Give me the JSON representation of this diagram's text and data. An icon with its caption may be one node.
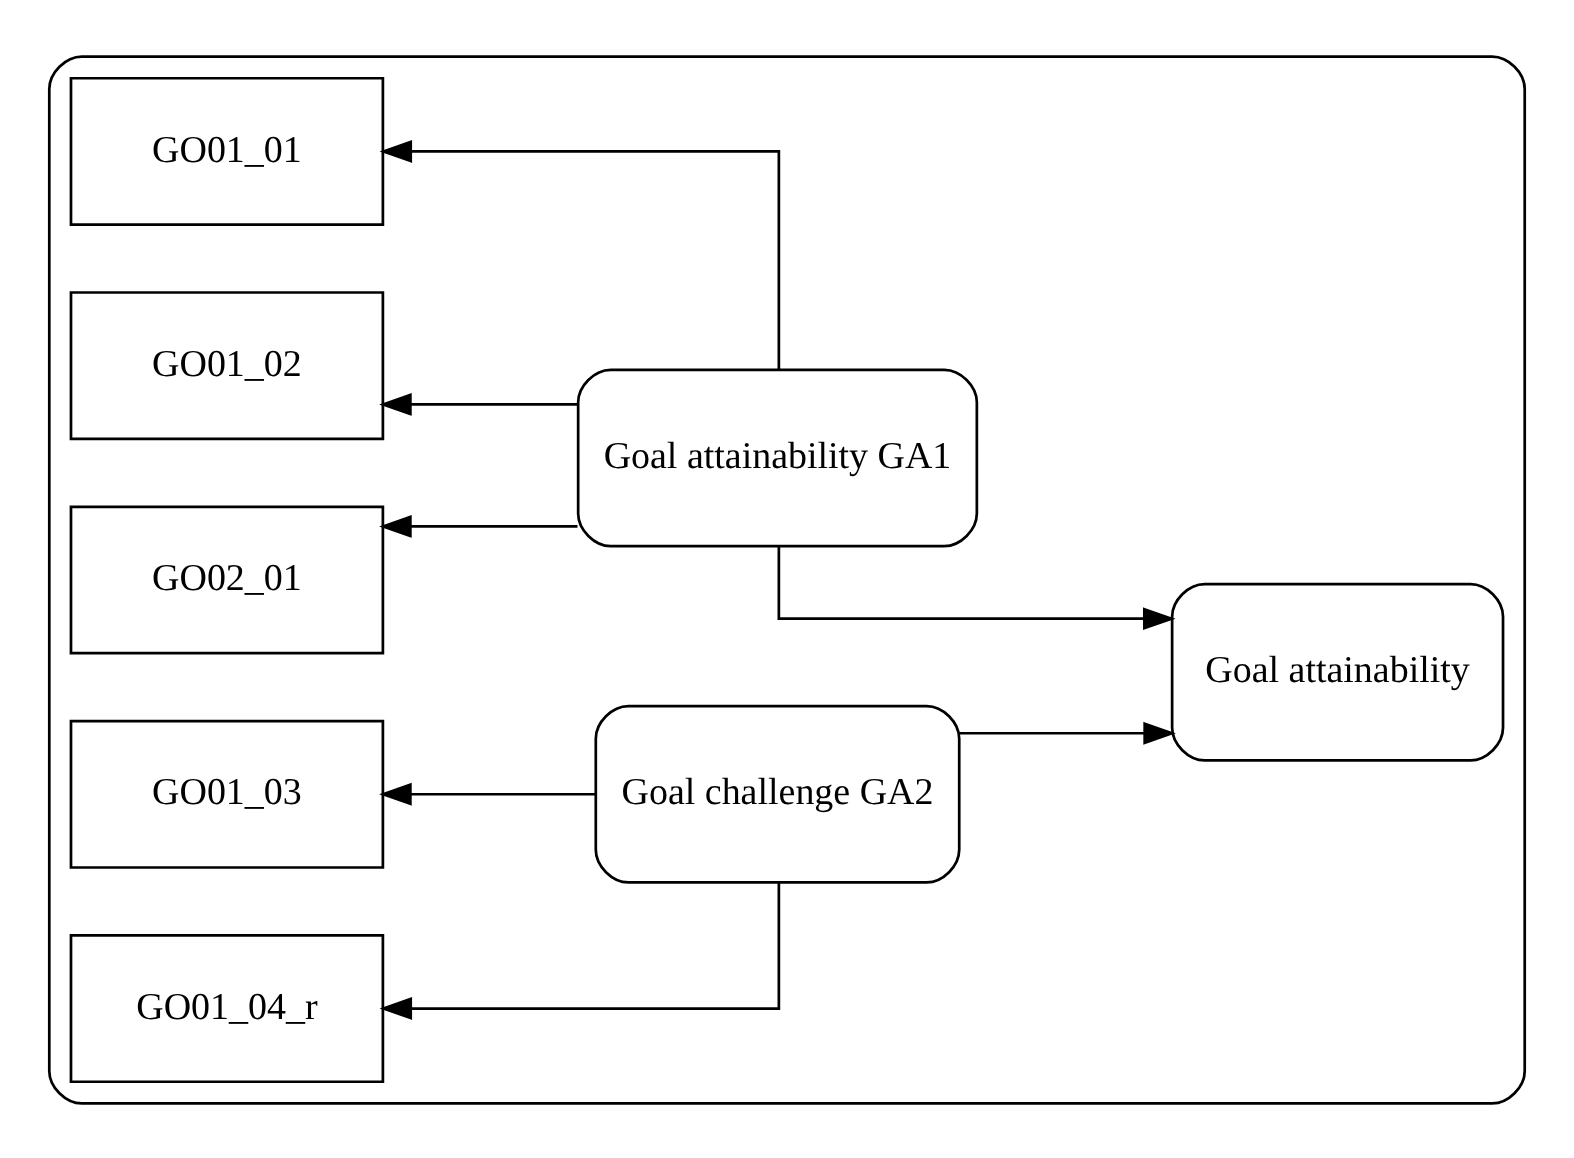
{
  "diagram": {
    "nodes": [
      {
        "text": [],
        "shape": "box"
      },
      {
        "text": [
          "GO01_01"
        ],
        "in": 0
      },
      {
        "text": [
          "GO01_02"
        ],
        "in": 0
      },
      {
        "text": [
          "GO02_01"
        ],
        "in": 0
      },
      {
        "text": [
          "GO01_03"
        ],
        "in": 0
      },
      {
        "text": [
          "GO01_04_r"
        ],
        "in": 0
      },
      {
        "text": [
          "Goal attainability GA1"
        ],
        "in": 0
      },
      {
        "text": [
          "Goal challenge GA2"
        ],
        "in": 0
      },
      {
        "text": [
          "Goal attainability"
        ],
        "in": 0
      }
    ],
    "edges": [
      {
        "from": 6,
        "to": 1,
        "arrow": "to"
      },
      {
        "from": 6,
        "to": 2,
        "arrow": "to"
      },
      {
        "from": 6,
        "to": 3,
        "arrow": "to"
      },
      {
        "from": 7,
        "to": 4,
        "arrow": "to"
      },
      {
        "from": 7,
        "to": 5,
        "arrow": "to"
      },
      {
        "from": 6,
        "to": 8,
        "arrow": "to"
      },
      {
        "from": 7,
        "to": 8,
        "arrow": "to"
      }
    ]
  }
}
